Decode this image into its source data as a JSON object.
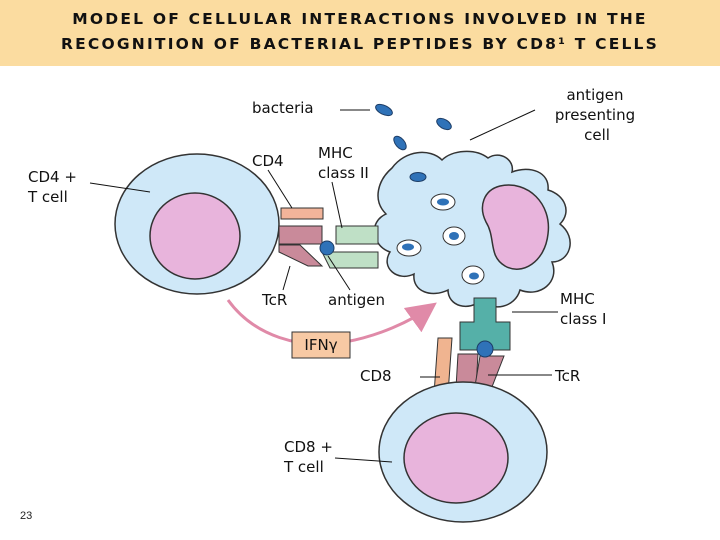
{
  "title": {
    "line1": "MODEL OF CELLULAR INTERACTIONS INVOLVED IN THE",
    "line2": "RECOGNITION OF BACTERIAL PEPTIDES BY CD8¹ T CELLS"
  },
  "labels": {
    "bacteria": "bacteria",
    "apc_line1": "antigen",
    "apc_line2": "presenting",
    "apc_line3": "cell",
    "cd4_cell_line1": "CD4 +",
    "cd4_cell_line2": "T cell",
    "cd4": "CD4",
    "mhc2_line1": "MHC",
    "mhc2_line2": "class II",
    "tcr_top": "TcR",
    "antigen": "antigen",
    "mhc1_line1": "MHC",
    "mhc1_line2": "class I",
    "ifn": "IFNγ",
    "cd8": "CD8",
    "tcr_bottom": "TcR",
    "cd8_cell_line1": "CD8 +",
    "cd8_cell_line2": "T cell"
  },
  "page_number": "23",
  "colors": {
    "title_background": "#fbdca0",
    "cell_fill": "#cfe8f8",
    "nucleus_fill": "#e8b4dc",
    "bacteria_fill": "#2f72b8",
    "cd4_receptor": "#f2b49a",
    "tcr_receptor": "#c98a9a",
    "mhc2_receptor": "#bfe0c6",
    "mhc1_receptor": "#55b0a8",
    "cd8_receptor": "#f0b490",
    "arrow": "#e08aa8",
    "ifn_box": "#f7c9a4"
  }
}
